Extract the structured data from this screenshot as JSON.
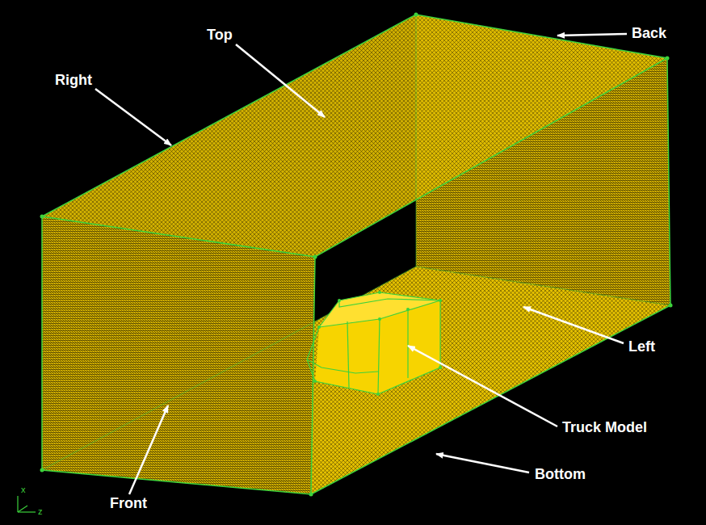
{
  "diagram": {
    "labels": [
      "Right",
      "Top",
      "Back",
      "Left",
      "Truck Model",
      "Bottom",
      "Front",
      "x",
      "z"
    ]
  }
}
